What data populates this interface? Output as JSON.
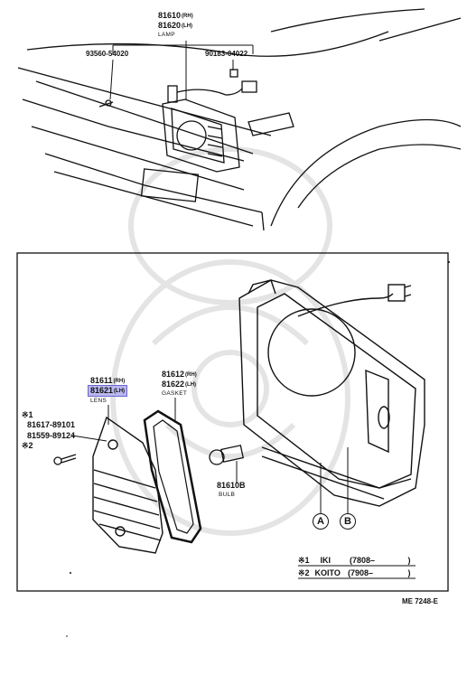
{
  "top": {
    "lamp_rh": "81610",
    "lamp_rh_tag": "(RH)",
    "lamp_lh": "81620",
    "lamp_lh_tag": "(LH)",
    "lamp_name": "LAMP",
    "screw_part": "93560-54020",
    "clip_part": "90183-04022"
  },
  "bottom": {
    "lens_rh": "81611",
    "lens_rh_tag": "(RH)",
    "lens_lh": "81621",
    "lens_lh_tag": "(LH)",
    "lens_name": "LENS",
    "gasket_rh": "81612",
    "gasket_rh_tag": "(RH)",
    "gasket_lh": "81622",
    "gasket_lh_tag": "(LH)",
    "gasket_name": "GASKET",
    "bulb_part": "81610B",
    "bulb_name": "BULB",
    "note1_mark": "※1",
    "note1_part": "81617-89101",
    "note2_part": "81559-89124",
    "note2_mark": "※2",
    "marker_a": "A",
    "marker_b": "B"
  },
  "legend": {
    "row1_mark": "※1",
    "row1_maker": "IKI",
    "row1_dates": "(7808–",
    "row1_close": ")",
    "row2_mark": "※2",
    "row2_maker": "KOITO",
    "row2_dates": "(7908–",
    "row2_close": ")"
  },
  "footer": {
    "code": "ME 7248-E"
  },
  "colors": {
    "ink": "#111111",
    "highlight": "#b9b7ee",
    "watermark": "#e4e4e4"
  }
}
